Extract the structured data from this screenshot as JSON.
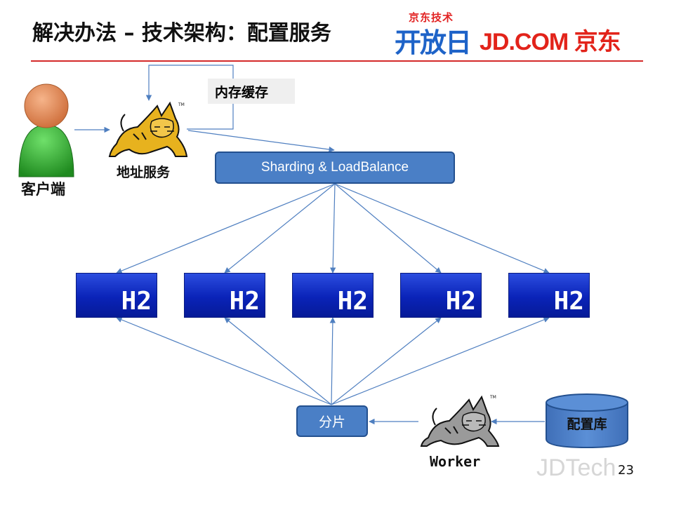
{
  "header": {
    "title": "解决办法 – 技术架构：配置服务",
    "logo_kaifang_top": "京东技术",
    "logo_kaifang": "开放日",
    "logo_jd": "JD.COM 京东"
  },
  "nodes": {
    "client_label": "客户端",
    "address_service_label": "地址服务",
    "memory_cache_label": "内存缓存",
    "load_balancer_label": "Sharding & LoadBalance",
    "h2_labels": [
      "H2",
      "H2",
      "H2",
      "H2",
      "H2"
    ],
    "shard_label": "分片",
    "worker_label": "Worker",
    "config_db_label": "配置库"
  },
  "footer": {
    "page_number": "23",
    "watermark": "JDTech"
  },
  "colors": {
    "arrow": "#4f7fc0",
    "box_fill": "#4a7fc6",
    "h2_fill": "#0a23b8",
    "title_rule": "#d42a2a",
    "jd_red": "#e2231a",
    "kaifang_blue": "#1e63c8"
  }
}
